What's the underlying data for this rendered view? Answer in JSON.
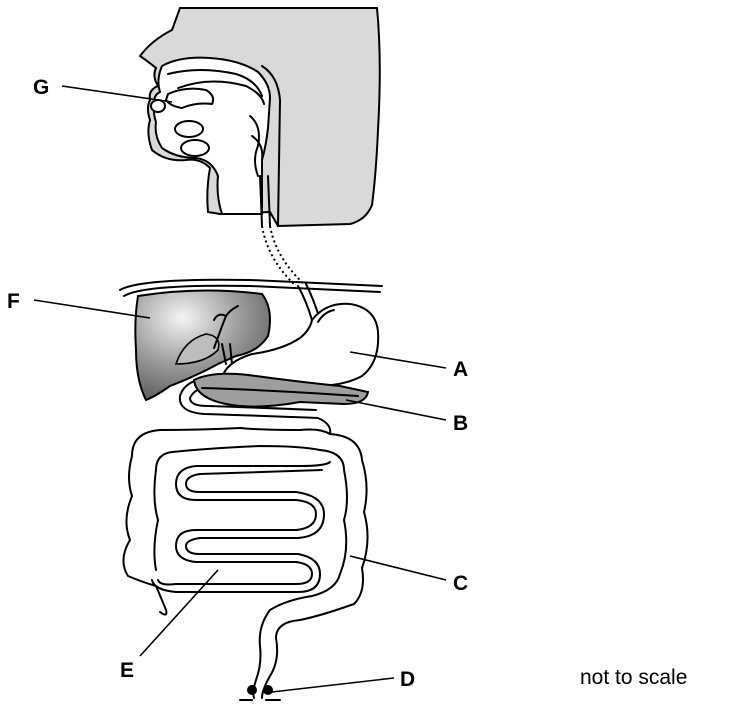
{
  "labels": {
    "A": "A",
    "B": "B",
    "C": "C",
    "D": "D",
    "E": "E",
    "F": "F",
    "G": "G"
  },
  "note": "not to scale",
  "colors": {
    "head_shade": "#d9d9d9",
    "liver_dark": "#6e6e6e",
    "liver_light": "#f4f4f4",
    "pancreas": "#9e9e9e",
    "outline": "#000000"
  }
}
